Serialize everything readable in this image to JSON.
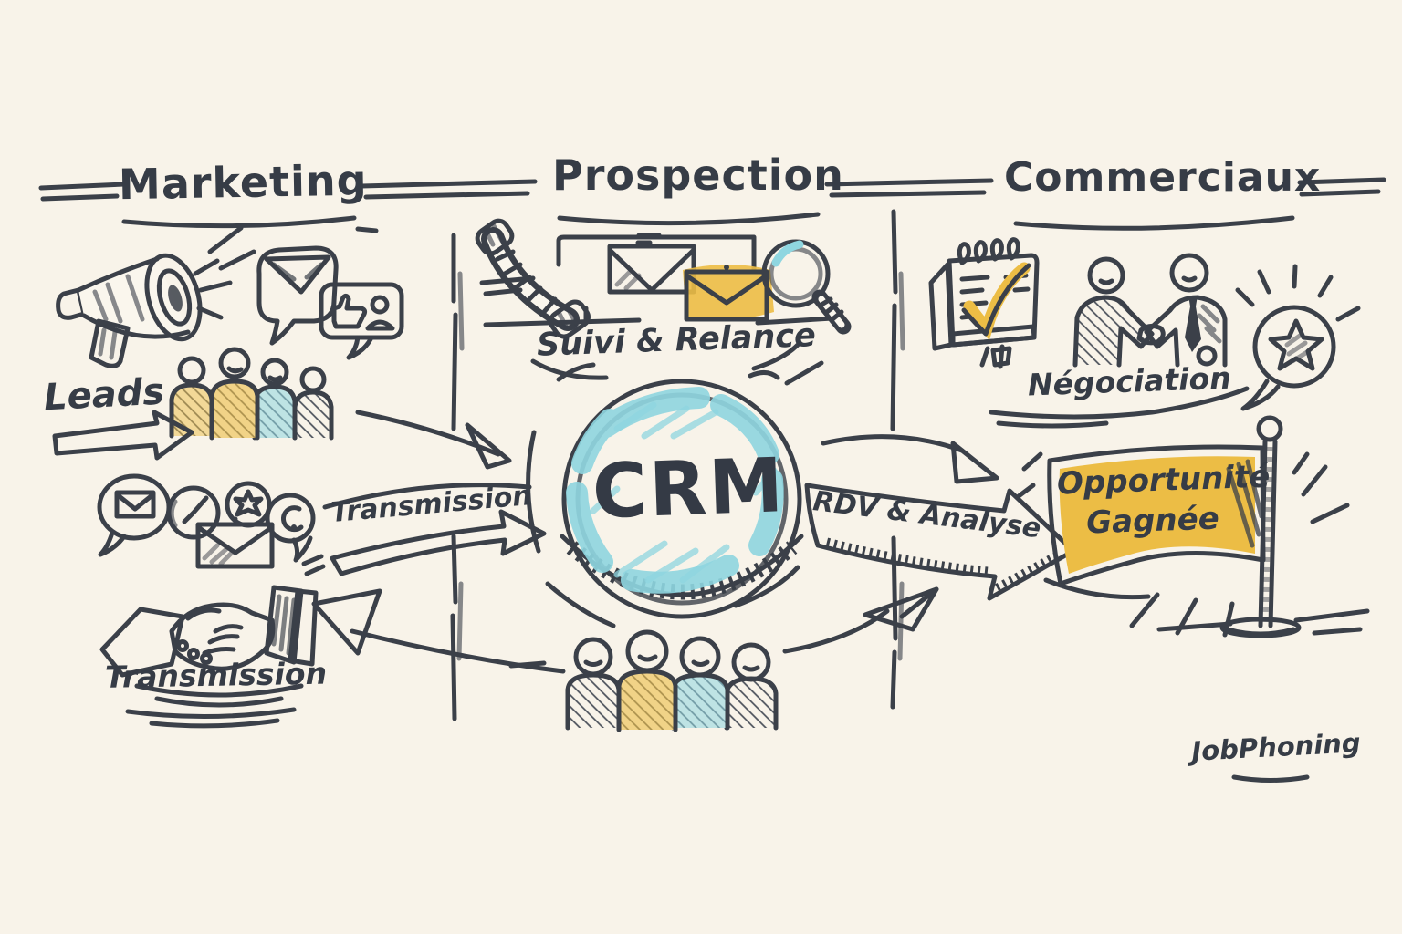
{
  "diagram": {
    "columns": {
      "marketing": {
        "title": "Marketing"
      },
      "prospection": {
        "title": "Prospection"
      },
      "commerciaux": {
        "title": "Commerciaux"
      }
    },
    "labels": {
      "leads": "Leads",
      "transmission_handoff": "Transmission",
      "transmission_to_crm": "Transmission",
      "suivi_relance": "Suivi & Relance",
      "crm": "CRM",
      "rdv_analyse": "RDV & Analyse",
      "negociation": "Négociation"
    },
    "flag": {
      "line1": "Opportunité",
      "line2": "Gagnée"
    },
    "signature": "JobPhoning",
    "colors": {
      "background": "#f8f3e9",
      "ink": "#3b4049",
      "accent_yellow": "#ecbd45",
      "accent_teal": "#8fd6e0"
    },
    "icons": [
      "megaphone-icon",
      "mail-bubble-icon",
      "social-reactions-icon",
      "leads-group-icon",
      "leads-arrow-icon",
      "chat-mail-icon",
      "clock-icon",
      "star-badge-icon",
      "chat-reply-icon",
      "mail-icon",
      "handshake-icon",
      "phone-icon",
      "mail-white-icon",
      "mail-yellow-icon",
      "magnifier-icon",
      "crm-coin-icon",
      "team-group-icon",
      "notepad-check-icon",
      "negotiation-handshake-icon",
      "star-bubble-icon",
      "victory-flag-icon"
    ]
  }
}
